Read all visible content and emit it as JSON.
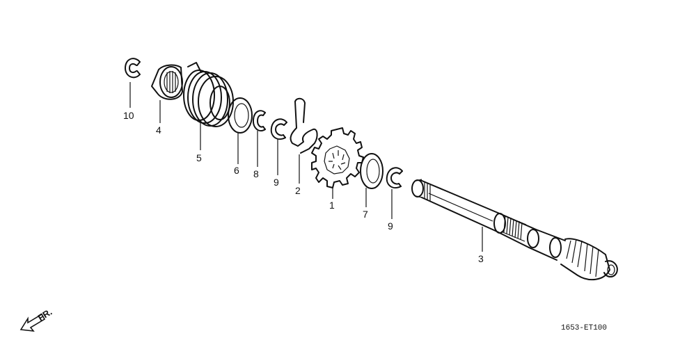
{
  "diagram": {
    "part_labels": [
      "10",
      "4",
      "5",
      "6",
      "8",
      "9",
      "2",
      "1",
      "7",
      "9",
      "3"
    ],
    "front_marker": "FR.",
    "figure_code": "1653-ET100"
  }
}
